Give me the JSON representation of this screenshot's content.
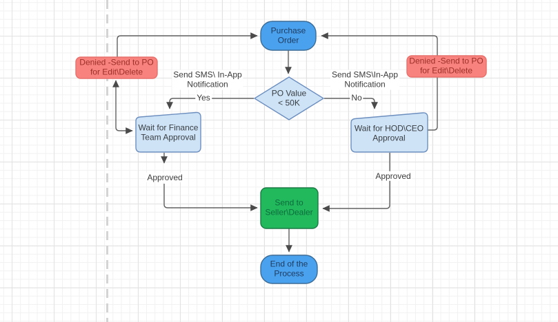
{
  "colors": {
    "node_blue_fill": "#4aa2ee",
    "node_blue_stroke": "#3a6b96",
    "node_light_blue_fill": "#cee3f6",
    "node_light_blue_stroke": "#6c8ebf",
    "node_red_fill": "#f8827e",
    "node_red_stroke": "#e8706b",
    "node_green_fill": "#22b95c",
    "node_green_stroke": "#1b7a45",
    "edge_stroke": "#616161",
    "grid_minor": "#f1f1f1",
    "grid_major": "#e2e2e2",
    "page_divider": "#d4d4d4"
  },
  "nodes": {
    "purchase_order": {
      "label": "Purchase\nOrder",
      "fill": "#4aa2ee"
    },
    "decision_po_value": {
      "label": "PO Value\n< 50K",
      "fill": "#cee3f6"
    },
    "denied_left": {
      "label": "Denied -Send to PO\nfor Edit\\Delete",
      "fill": "#f8827e"
    },
    "denied_right": {
      "label": "Denied -Send to PO\nfor Edit\\Delete",
      "fill": "#f8827e"
    },
    "wait_finance": {
      "label": "Wait for Finance\nTeam Approval",
      "fill": "#cee3f6"
    },
    "wait_hod_ceo": {
      "label": "Wait for HOD\\CEO\nApproval",
      "fill": "#cee3f6"
    },
    "send_seller": {
      "label": "Send to\nSeller\\Dealer",
      "fill": "#22b95c"
    },
    "end_process": {
      "label": "End of the\nProcess",
      "fill": "#4aa2ee"
    }
  },
  "edge_labels": {
    "sms_left": "Send SMS\\ In-App\nNotification",
    "sms_right": "Send SMS\\In-App\nNotification",
    "yes": "Yes",
    "no": "No",
    "approved_left": "Approved",
    "approved_right": "Approved"
  }
}
